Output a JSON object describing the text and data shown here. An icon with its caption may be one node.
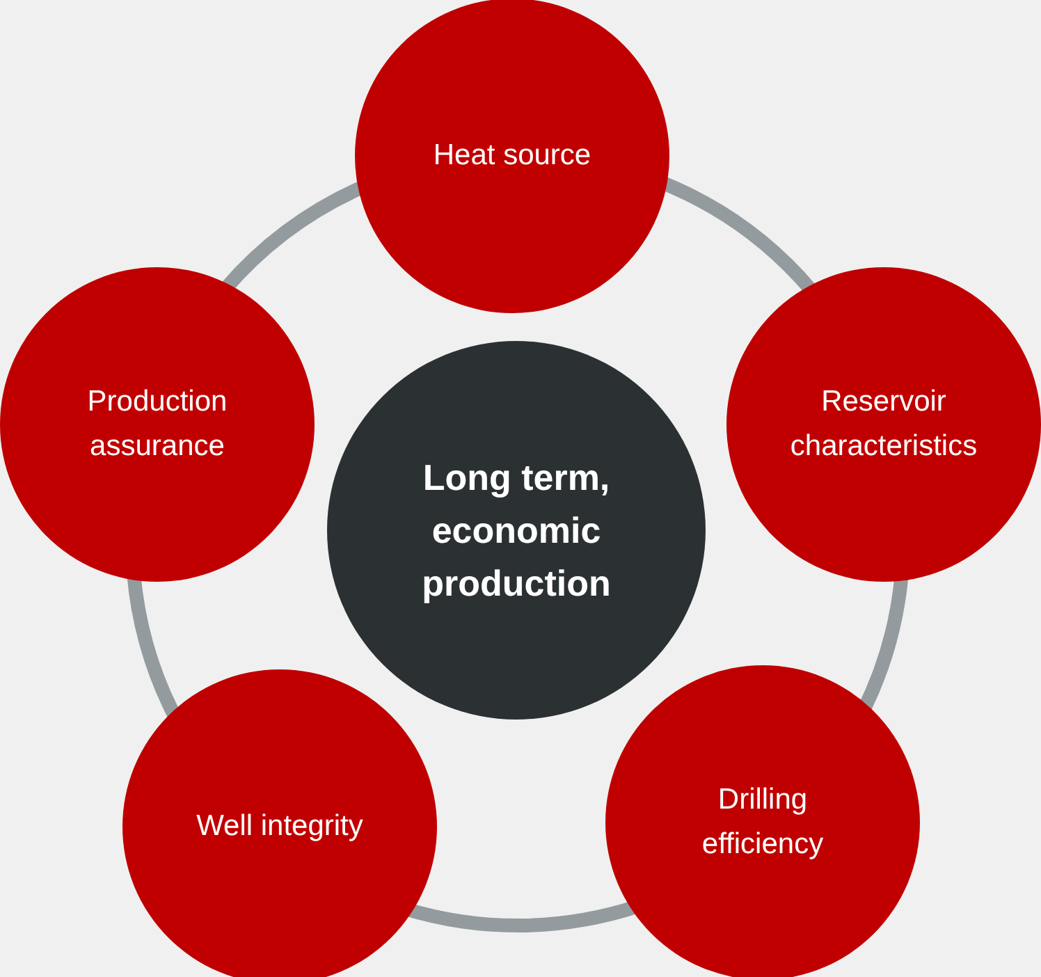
{
  "diagram": {
    "nodes": [
      {
        "text": [
          "Heat source"
        ]
      },
      {
        "text": [
          "Reservoir characteristics"
        ]
      },
      {
        "text": [
          "Drilling efficiency"
        ]
      },
      {
        "text": [
          "Well integrity"
        ]
      },
      {
        "text": [
          "Production assurance"
        ]
      },
      {
        "text": [
          "Long term, economic production"
        ]
      }
    ],
    "edges": [
      {
        "from": 0,
        "to": 1,
        "arrow": "none"
      },
      {
        "from": 1,
        "to": 2,
        "arrow": "none"
      },
      {
        "from": 2,
        "to": 3,
        "arrow": "none"
      },
      {
        "from": 3,
        "to": 4,
        "arrow": "none"
      },
      {
        "from": 4,
        "to": 0,
        "arrow": "none"
      }
    ]
  }
}
